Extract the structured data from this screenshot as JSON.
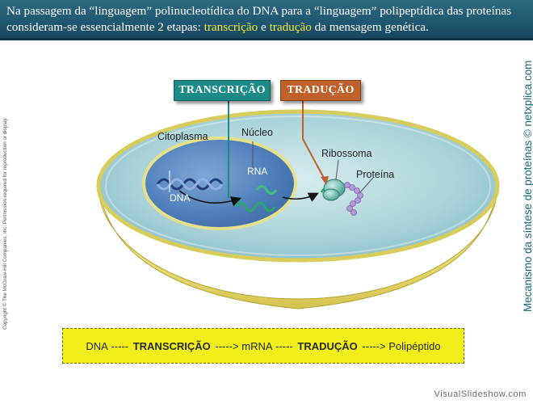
{
  "header": {
    "text_1": "Na passagem da “linguagem” polinucleotídica do DNA para a “linguagem” polipeptídica das proteínas consideram-se essencialmente 2 etapas: ",
    "highlight_1": "transcrição",
    "text_2": " e ",
    "highlight_2": "tradução",
    "text_3": " da mensagem genética."
  },
  "labels": {
    "transcricao": "TRANSCRIÇÃO",
    "traducao": "TRADUÇÃO",
    "citoplasma": "Citoplasma",
    "nucleo": "Núcleo",
    "rna": "RNA",
    "dna": "DNA",
    "ribossoma": "Ribossoma",
    "proteina": "Proteína"
  },
  "side_caption": "Mecanismo da síntese de proteínas © netxplica.com",
  "copyright": "Copyright © The McGraw-Hill Companies, Inc. Permission required for reproduction or display.",
  "equation": {
    "dna": "DNA",
    "dash_1": " ----- ",
    "transcricao": "TRANSCRIÇÃO",
    "arrow_1": " -----> ",
    "mrna": "mRNA",
    "dash_2": " ----- ",
    "traducao": "TRADUÇÃO",
    "arrow_2": " -----> ",
    "polipeptido": "Polipéptido"
  },
  "watermark": "VisualSlideshow.com",
  "colors": {
    "header_bg": "#1f5670",
    "highlight": "#f2ea3a",
    "transcricao_box": "#1c8a86",
    "traducao_box": "#c0602a",
    "equation_bg": "#f0ef1c",
    "side_caption": "#17667c"
  }
}
